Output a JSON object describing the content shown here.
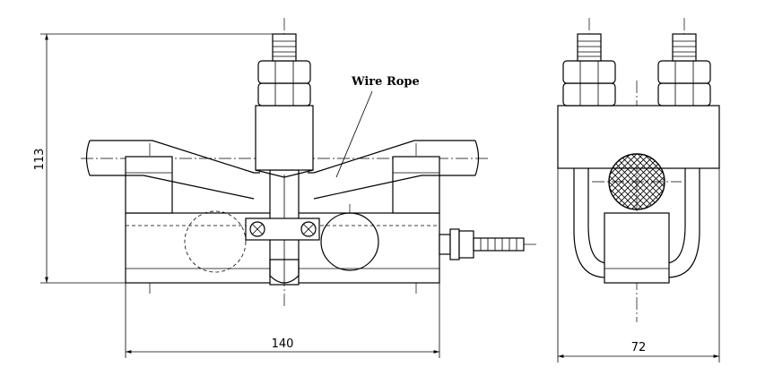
{
  "drawing": {
    "label_wire_rope": "Wire Rope",
    "dim_height": "113",
    "dim_length": "140",
    "dim_width": "72"
  }
}
